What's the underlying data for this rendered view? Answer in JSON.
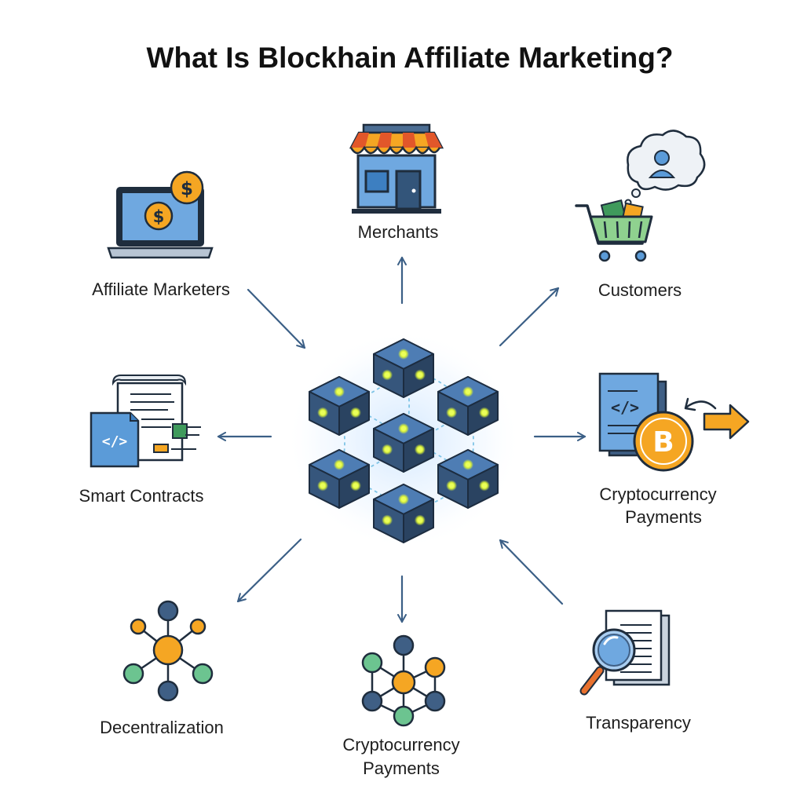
{
  "title": "What Is Blockhain Affiliate Marketing?",
  "nodes": {
    "merchants": {
      "label": "Merchants"
    },
    "affiliate_marketers": {
      "label": "Affiliate Marketers"
    },
    "customers": {
      "label": "Customers"
    },
    "smart_contracts": {
      "label": "Smart Contracts"
    },
    "crypto_payments_right": {
      "line1": "Cryptocurrency",
      "line2": "Payments"
    },
    "decentralization": {
      "label": "Decentralization"
    },
    "crypto_payments_bottom": {
      "line1": "Cryptocurrency",
      "line2": "Payments"
    },
    "transparency": {
      "label": "Transparency"
    }
  },
  "icons": {
    "hub": "blockchain-cubes-icon",
    "merchants": "storefront-icon",
    "affiliate_marketers": "laptop-dollar-icon",
    "customers": "shopping-cart-icon",
    "smart_contracts": "contract-code-icon",
    "crypto_payments_right": "bitcoin-document-icon",
    "decentralization": "network-nodes-icon",
    "crypto_payments_bottom": "network-graph-icon",
    "transparency": "magnifier-document-icon"
  },
  "colors": {
    "title": "#111111",
    "arrow": "#3b5f86",
    "cube": "#36567c",
    "accent_orange": "#f5a623",
    "accent_blue": "#5b9bd8",
    "accent_green": "#6cc490",
    "node_navy": "#3f5f85"
  }
}
